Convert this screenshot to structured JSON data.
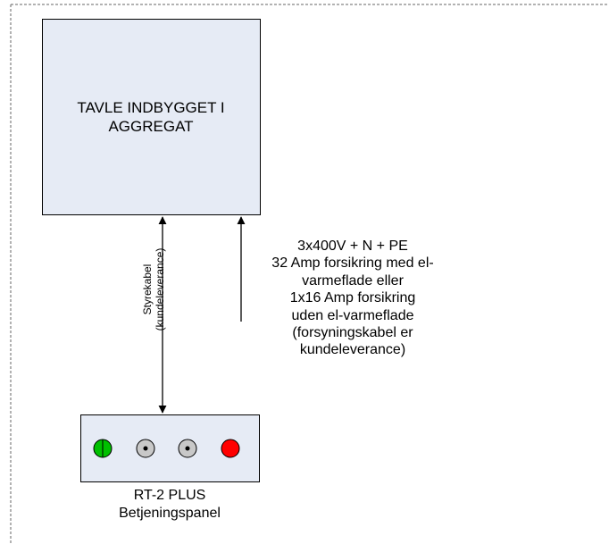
{
  "cabinet": {
    "label_line1": "TAVLE INDBYGGET I",
    "label_line2": "AGGREGAT"
  },
  "control_cable": {
    "label_line1": "Styrekabel",
    "label_line2": "(kundeleverance)"
  },
  "supply": {
    "lines": [
      "3x400V + N + PE",
      "32 Amp forsikring med el-",
      "varmeflade eller",
      "1x16 Amp forsikring",
      "uden el-varmeflade",
      "(forsyningskabel er",
      "kundeleverance)"
    ]
  },
  "panel": {
    "label_line1": "RT-2 PLUS",
    "label_line2": "Betjeningspanel",
    "indicators": [
      {
        "name": "green-indicator",
        "color": "#00c000"
      },
      {
        "name": "gray-indicator-1",
        "color": "#c8c8c8"
      },
      {
        "name": "gray-indicator-2",
        "color": "#c8c8c8"
      },
      {
        "name": "red-indicator",
        "color": "#ff0000"
      }
    ]
  },
  "colors": {
    "box_fill": "#e6ebf5",
    "line": "#000000",
    "border_dashed": "#666666"
  }
}
